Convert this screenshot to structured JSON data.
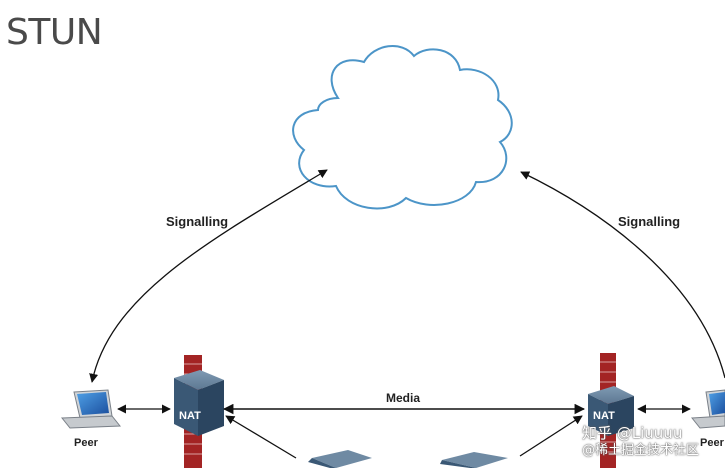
{
  "title": "STUN",
  "labels": {
    "signalling_left": "Signalling",
    "signalling_right": "Signalling",
    "media": "Media",
    "nat_left": "NAT",
    "nat_right": "NAT",
    "peer_left": "Peer",
    "peer_right": "Peer"
  },
  "watermark": {
    "line1": "知乎 @Liuuuu",
    "line2": "@稀土掘金技术社区"
  },
  "colors": {
    "cloud_stroke": "#4c95c8",
    "firewall": "#a32424",
    "nat_device": "#3a5875",
    "arrows": "#111111"
  }
}
